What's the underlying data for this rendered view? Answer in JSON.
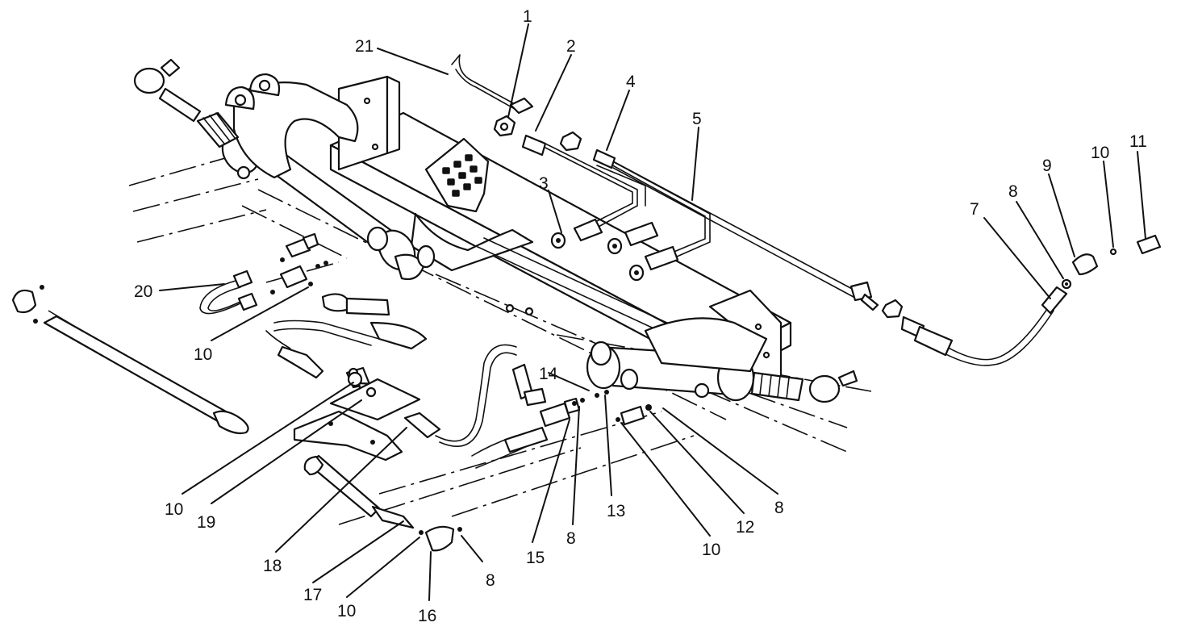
{
  "diagram": {
    "kind": "exploded-parts-view",
    "callouts": [
      {
        "id": "c21",
        "label": "21"
      },
      {
        "id": "c1",
        "label": "1"
      },
      {
        "id": "c2",
        "label": "2"
      },
      {
        "id": "c4",
        "label": "4"
      },
      {
        "id": "c5",
        "label": "5"
      },
      {
        "id": "c3",
        "label": "3"
      },
      {
        "id": "c11",
        "label": "11"
      },
      {
        "id": "c10a",
        "label": "10"
      },
      {
        "id": "c9",
        "label": "9"
      },
      {
        "id": "c8a",
        "label": "8"
      },
      {
        "id": "c7",
        "label": "7"
      },
      {
        "id": "c20",
        "label": "20"
      },
      {
        "id": "c10b",
        "label": "10"
      },
      {
        "id": "c14",
        "label": "14"
      },
      {
        "id": "c10c",
        "label": "10"
      },
      {
        "id": "c19",
        "label": "19"
      },
      {
        "id": "c18",
        "label": "18"
      },
      {
        "id": "c17",
        "label": "17"
      },
      {
        "id": "c10d",
        "label": "10"
      },
      {
        "id": "c16",
        "label": "16"
      },
      {
        "id": "c8b",
        "label": "8"
      },
      {
        "id": "c15",
        "label": "15"
      },
      {
        "id": "c8c",
        "label": "8"
      },
      {
        "id": "c13",
        "label": "13"
      },
      {
        "id": "c10e",
        "label": "10"
      },
      {
        "id": "c12",
        "label": "12"
      },
      {
        "id": "c8d",
        "label": "8"
      }
    ]
  }
}
